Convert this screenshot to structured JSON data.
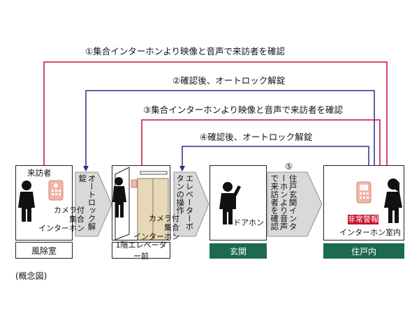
{
  "steps": {
    "s1": "①集合インターホンより映像と音声で来訪者を確認",
    "s2": "②確認後、オートロック解錠",
    "s3": "③集合インターホンより映像と音声で来訪者を確認",
    "s4": "④確認後、オートロック解錠",
    "s5": "⑤"
  },
  "panels": {
    "entrance": {
      "visitor": "来訪者",
      "intercom": "カメラ付\n集合\nインターホン",
      "caption": "風除室"
    },
    "elevator_hall": {
      "intercom": "カメラ付\n集合\nインターホン",
      "caption": "1階エレベーター前"
    },
    "door": {
      "doorphone": "ドアホン",
      "caption": "玄関"
    },
    "unit": {
      "emergency": "非常警報",
      "intercom": "インターホン室内",
      "caption": "住戸内"
    }
  },
  "arrows": {
    "a1": "オートロック解錠",
    "a2": "エレベーターボタンの操作",
    "a3": "住戸玄関インターホンより音声で来訪者を確認"
  },
  "footnote": "(概念図)",
  "colors": {
    "red": "#c8102e",
    "blue": "#2b2f86",
    "green": "#1d6a4f",
    "gray": "#d9d9d9"
  }
}
